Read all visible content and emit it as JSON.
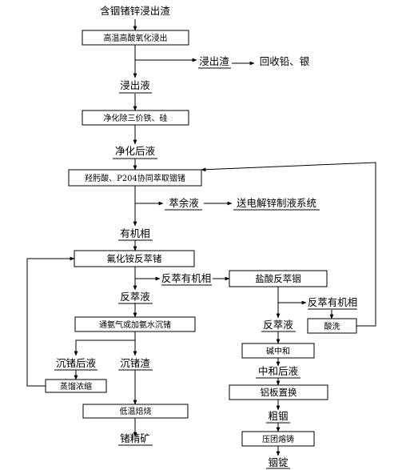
{
  "boxes": {
    "oxidative_leach": "高温高酸氧化浸出",
    "purify": "净化除三价铁、硅",
    "coextract": "羟肟酸、P204协同萃取铟锗",
    "nh4f_strip": "氟化铵反萃锗",
    "hcl_strip": "盐酸反萃铟",
    "ammonia_precip": "通氨气或加氨水沉锗",
    "acid_wash": "酸洗",
    "evap": "蒸馏浓缩",
    "neutralize": "碱中和",
    "low_temp_roast": "低温焙烧",
    "al_replace": "铝板置换",
    "press_melt": "压团熔铸"
  },
  "labels": {
    "feed": "含铟锗锌浸出渣",
    "leach_residue": "浸出渣",
    "recover_pb_ag": "回收铅、银",
    "leachate": "浸出液",
    "purified": "净化后液",
    "raffinate": "萃余液",
    "to_zinc": "送电解锌制液系统",
    "organic": "有机相",
    "stripped_organic_1": "反萃有机相",
    "strip_liquor_ge": "反萃液",
    "strip_liquor_in": "反萃液",
    "stripped_organic_2": "反萃有机相",
    "after_precip": "沉锗后液",
    "ge_residue": "沉锗渣",
    "neutralized": "中和后液",
    "ge_concentrate": "锗精矿",
    "crude_in": "粗铟",
    "in_ingot": "铟锭"
  }
}
